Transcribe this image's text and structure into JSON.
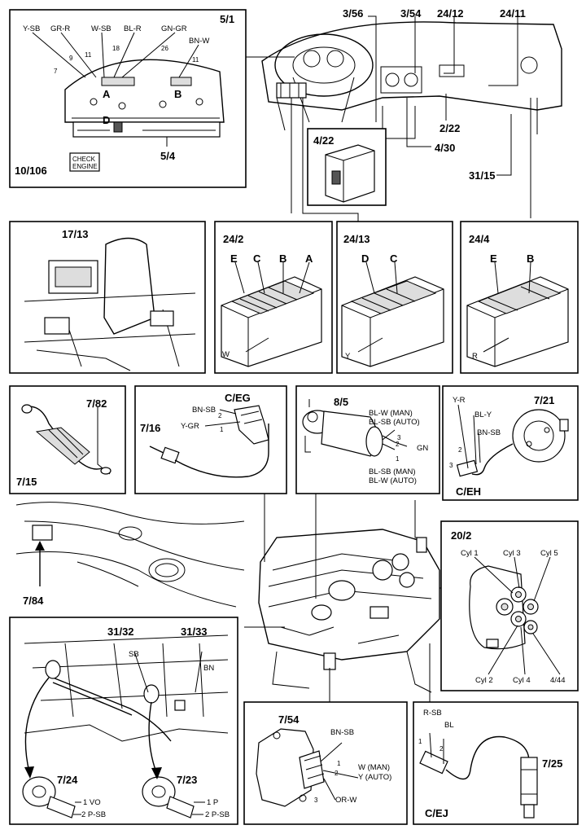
{
  "dashboard": {
    "ref_356": "3/56",
    "ref_354": "3/54",
    "ref_2412": "24/12",
    "ref_2411": "24/11",
    "ref_222": "2/22",
    "ref_430": "4/30",
    "ref_3115": "31/15"
  },
  "cluster": {
    "ref": "5/1",
    "ref_bottom": "5/4",
    "ref_check": "10/106",
    "check_engine_line1": "CHECK",
    "check_engine_line2": "ENGINE",
    "wires": [
      "Y-SB",
      "GR-R",
      "W-SB",
      "BL-R",
      "GN-GR",
      "BN-W"
    ],
    "pins": [
      "7",
      "9",
      "11",
      "18",
      "26",
      "11"
    ],
    "conn_a": "A",
    "conn_b": "B",
    "conn_d": "D"
  },
  "relay_422": {
    "ref": "4/22"
  },
  "diag_socket": {
    "ref": "17/13"
  },
  "conn_242": {
    "ref": "24/2",
    "letters": [
      "E",
      "C",
      "B",
      "A"
    ],
    "wire": "W"
  },
  "conn_2413": {
    "ref": "24/13",
    "letters": [
      "D",
      "C"
    ],
    "wire": "Y"
  },
  "conn_244": {
    "ref": "24/4",
    "letters": [
      "E",
      "B"
    ],
    "wire": "R"
  },
  "hose": {
    "ref_top": "7/82",
    "ref_bottom": "7/15"
  },
  "coolant_sensor": {
    "ref": "7/16",
    "conn": "C/EG",
    "wire_2": "BN-SB",
    "pin_2": "2",
    "wire_1": "Y-GR",
    "pin_1": "1"
  },
  "idle_valve": {
    "ref": "8/5",
    "top_line1": "BL-W (MAN)",
    "top_line2": "BL-SB (AUTO)",
    "pin_3": "3",
    "pin_2": "2",
    "pin_1": "1",
    "wire_2": "GN",
    "bottom_line1": "BL-SB (MAN)",
    "bottom_line2": "BL-W (AUTO)"
  },
  "rpm_sensor": {
    "ref": "7/21",
    "conn": "C/EH",
    "wire_yr": "Y-R",
    "wire_bly": "BL-Y",
    "wire_bnsb": "BN-SB",
    "pin_2": "2",
    "pin_3": "3"
  },
  "harness": {
    "ref": "7/84"
  },
  "distributor": {
    "ref": "20/2",
    "cyl1": "Cyl 1",
    "cyl3": "Cyl 3",
    "cyl5": "Cyl 5",
    "cyl2": "Cyl 2",
    "cyl4": "Cyl 4",
    "ref_444": "4/44"
  },
  "knock": {
    "ref_3132": "31/32",
    "ref_3133": "31/33",
    "wire_sb": "SB",
    "wire_bn": "BN",
    "sensor_a": "7/24",
    "sensor_a_p1": "1 VO",
    "sensor_a_p2": "2 P-SB",
    "sensor_b": "7/23",
    "sensor_b_p1": "1 P",
    "sensor_b_p2": "2 P-SB"
  },
  "map_sensor": {
    "ref": "7/54",
    "wire_bnsb": "BN-SB",
    "pin_1": "1",
    "pin_2": "2",
    "pin_3": "3",
    "wire_line1": "W (MAN)",
    "wire_line2": "Y (AUTO)",
    "wire_orw": "OR-W"
  },
  "cam_sensor": {
    "ref": "7/25",
    "conn": "C/EJ",
    "wire_rsb": "R-SB",
    "wire_bl": "BL",
    "pin_1": "1",
    "pin_2": "2"
  }
}
